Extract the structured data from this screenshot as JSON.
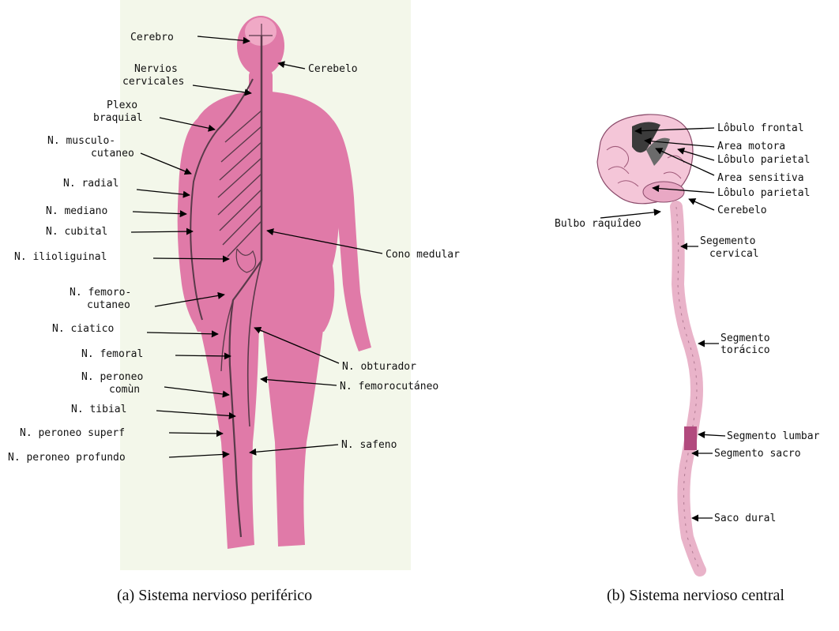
{
  "figure_a": {
    "caption": "(a) Sistema nervioso periférico",
    "labels": {
      "cerebro": "Cerebro",
      "cerebelo": "Cerebelo",
      "nervios_cervicales_1": "Nervios",
      "nervios_cervicales_2": "cervicales",
      "plexo_braquial_1": "Plexo",
      "plexo_braquial_2": "braquial",
      "musculocutaneo_1": "N. musculo-",
      "musculocutaneo_2": "cutaneo",
      "radial": "N. radial",
      "mediano": "N. mediano",
      "cubital": "N. cubital",
      "cono_medular": "Cono medular",
      "ilioliguinal": "N. ilioliguinal",
      "femorocutaneo_1": "N. femoro-",
      "femorocutaneo_2": "cutaneo",
      "ciatico": "N. ciatico",
      "femoral": "N. femoral",
      "obturador": "N. obturador",
      "peroneo_comun_1": "N. peroneo",
      "peroneo_comun_2": "comùn",
      "femorocutaneo_b": "N. femorocutáneo",
      "tibial": "N. tibial",
      "peroneo_superf": "N. peroneo superf",
      "safeno": "N. safeno",
      "peroneo_profundo": "N. peroneo profundo"
    }
  },
  "figure_b": {
    "caption": "(b) Sistema nervioso central",
    "labels": {
      "lobulo_frontal": "Lôbulo frontal",
      "area_motora": "Area motora",
      "lobulo_parietal_1": "Lôbulo parietal",
      "area_sensitiva": "Area sensitiva",
      "lobulo_parietal_2": "Lôbulo parietal",
      "cerebelo": "Cerebelo",
      "bulbo": "Bulbo raquîdeo",
      "seg_cervical_1": "Segemento",
      "seg_cervical_2": "cervical",
      "seg_toracico_1": "Segmento",
      "seg_toracico_2": "torácico",
      "seg_lumbar": "Segmento lumbar",
      "seg_sacro": "Segmento sacro",
      "saco_dural": "Saco dural"
    }
  },
  "colors": {
    "skin": "#e07aa8",
    "skin_light": "#f0a9c6",
    "background_panel": "#f3f7ea",
    "nerve": "#5a3a4a",
    "cord": "#e9b3c9",
    "brain": "#f4c6d8",
    "dark_region": "#3b3b3b",
    "sacro": "#b24a7e"
  }
}
